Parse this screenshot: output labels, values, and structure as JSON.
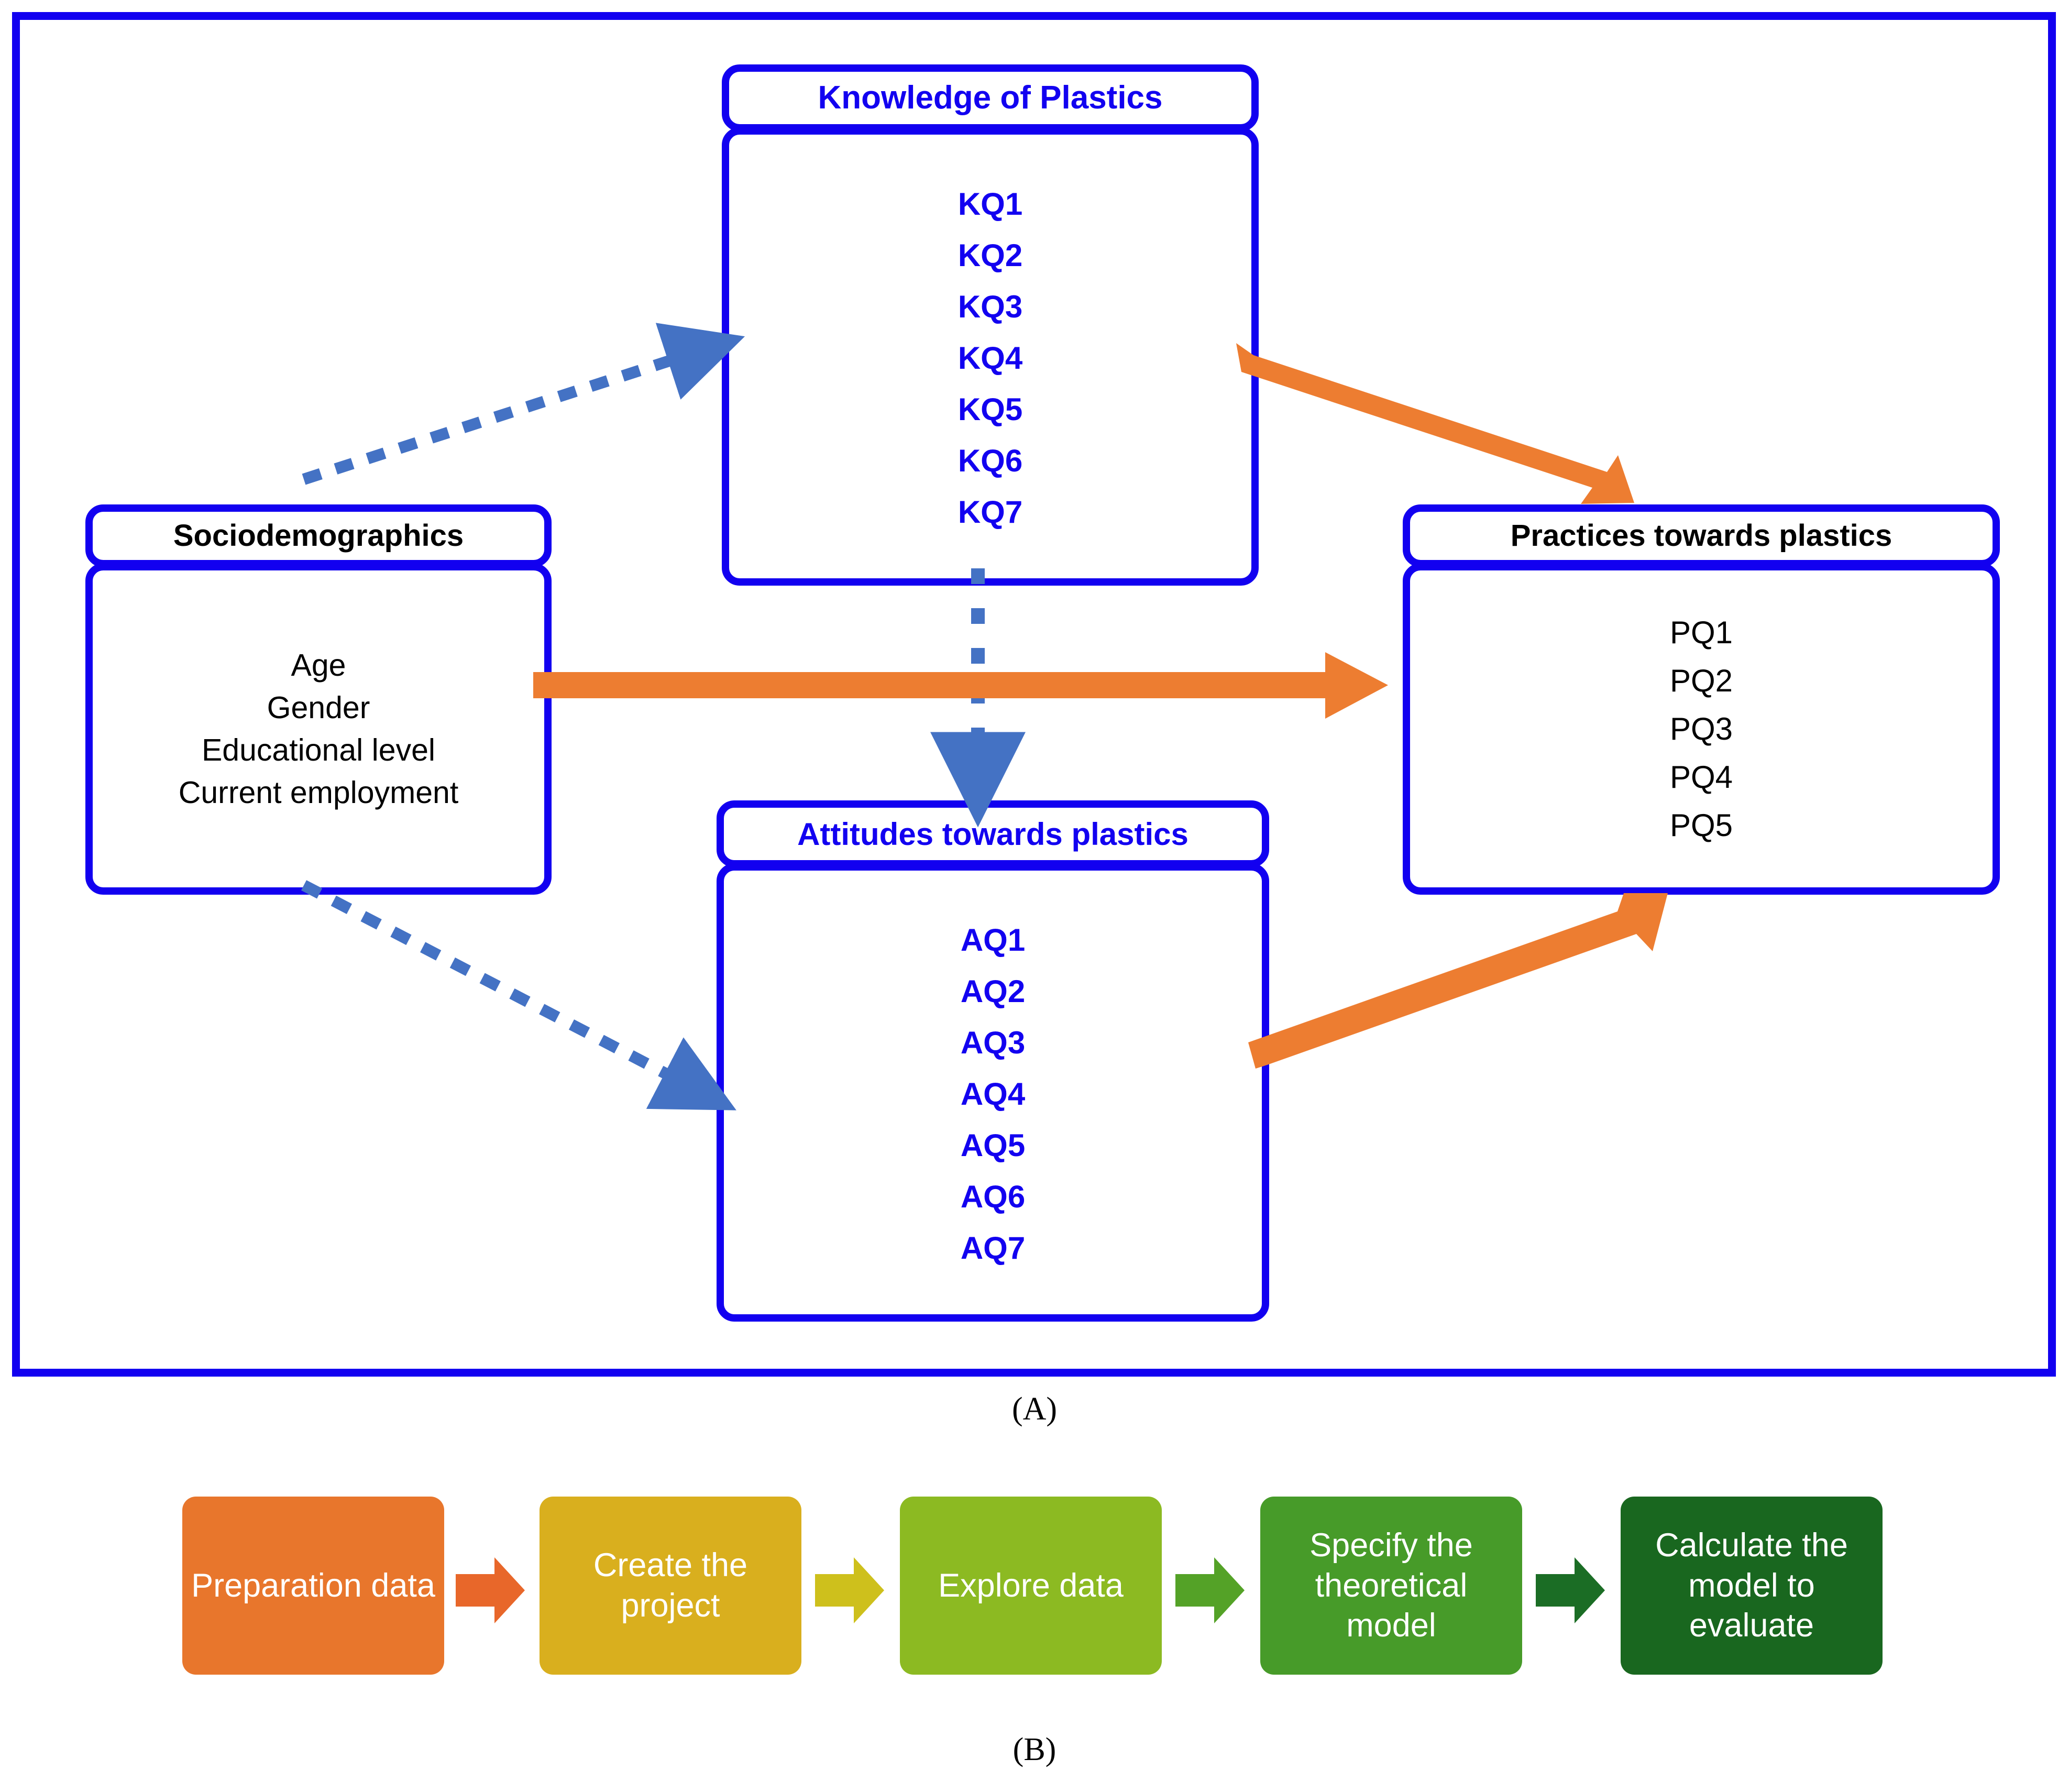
{
  "panel_a": {
    "caption": "(A)",
    "border_color": "#1200F0",
    "constructs": [
      {
        "id": "knowledge",
        "title": "Knowledge of Plastics",
        "title_color": "#1200F0",
        "item_color": "#1200F0",
        "items": [
          "KQ1",
          "KQ2",
          "KQ3",
          "KQ4",
          "KQ5",
          "KQ6",
          "KQ7"
        ]
      },
      {
        "id": "sociodemographics",
        "title": "Sociodemographics",
        "title_color": "#000000",
        "item_color": "#000000",
        "items": [
          "Age",
          "Gender",
          "Educational level",
          "Current employment"
        ]
      },
      {
        "id": "attitudes",
        "title": "Attitudes towards plastics",
        "title_color": "#1200F0",
        "item_color": "#1200F0",
        "items": [
          "AQ1",
          "AQ2",
          "AQ3",
          "AQ4",
          "AQ5",
          "AQ6",
          "AQ7"
        ]
      },
      {
        "id": "practices",
        "title": "Practices towards plastics",
        "title_color": "#000000",
        "item_color": "#000000",
        "items": [
          "PQ1",
          "PQ2",
          "PQ3",
          "PQ4",
          "PQ5"
        ]
      }
    ],
    "connectors": {
      "solid_color": "#ED7D31",
      "dotted_color": "#4472C4",
      "links": [
        {
          "from": "sociodemographics",
          "to": "knowledge",
          "style": "dotted"
        },
        {
          "from": "sociodemographics",
          "to": "attitudes",
          "style": "dotted"
        },
        {
          "from": "sociodemographics",
          "to": "practices",
          "style": "solid"
        },
        {
          "from": "knowledge",
          "to": "practices",
          "style": "solid"
        },
        {
          "from": "knowledge",
          "to": "attitudes",
          "style": "dotted"
        },
        {
          "from": "attitudes",
          "to": "practices",
          "style": "solid"
        }
      ]
    }
  },
  "panel_b": {
    "caption": "(B)",
    "steps": [
      {
        "label": "Preparation data",
        "color": "#E8762C",
        "arrow_color": "#E8672A"
      },
      {
        "label": "Create the project",
        "color": "#D9AF1E",
        "arrow_color": "#CEC01C"
      },
      {
        "label": "Explore data",
        "color": "#8CBA22",
        "arrow_color": "#54A227"
      },
      {
        "label": "Specify the theoretical model",
        "color": "#479B29",
        "arrow_color": "#1B6D25"
      },
      {
        "label": "Calculate the model to evaluate",
        "color": "#19671F",
        "arrow_color": ""
      }
    ]
  }
}
